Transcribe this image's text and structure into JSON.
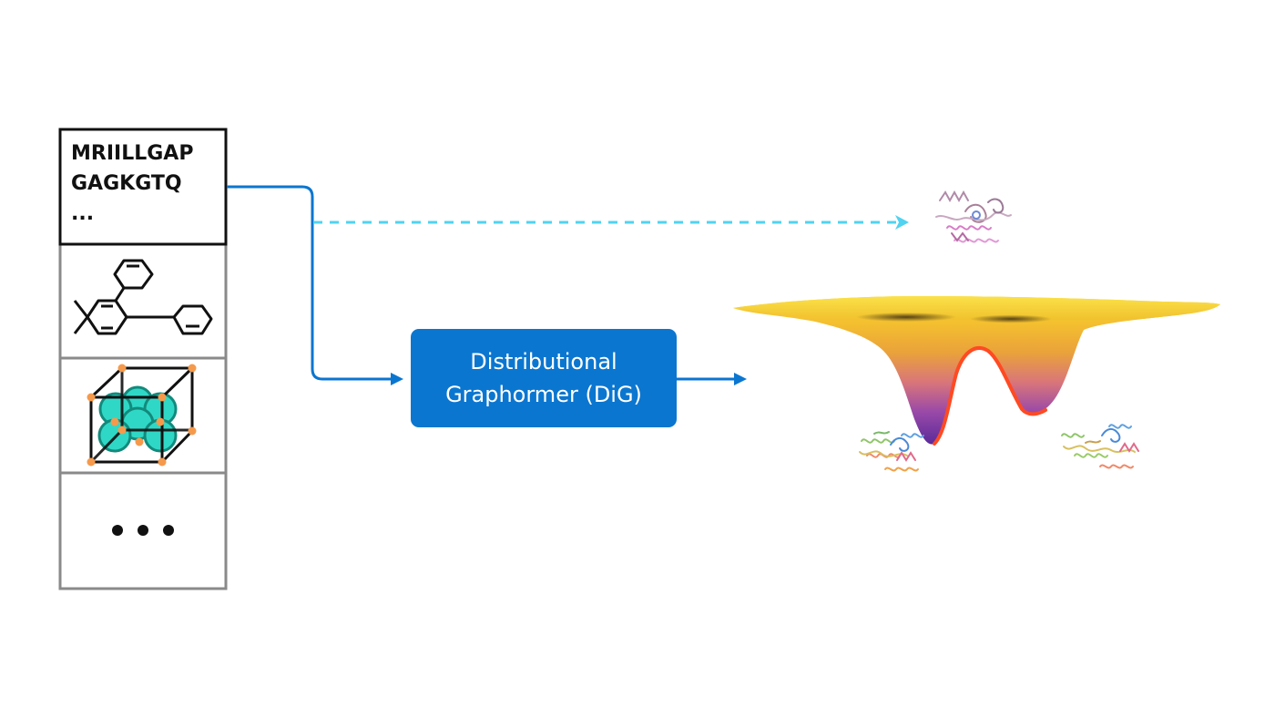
{
  "input_panel": {
    "sequence_lines": [
      "MRIILLGAP",
      "GAGKGTQ",
      "..."
    ],
    "cells": [
      "protein-sequence",
      "molecule-graph",
      "crystal-structure",
      "more-inputs"
    ],
    "more_cell_glyph": "ellipsis-dots-icon"
  },
  "model": {
    "line1": "Distributional",
    "line2": "Graphormer (DiG)"
  },
  "arrows": {
    "direct_prediction_style": "dashed",
    "direct_prediction_color": "#4fd3f0",
    "flow_color": "#0b76d0"
  },
  "output": {
    "landscape_icon": "energy-landscape-icon",
    "structure_icons": [
      "protein-single-structure-icon",
      "protein-conformation-a-icon",
      "protein-conformation-b-icon"
    ]
  }
}
